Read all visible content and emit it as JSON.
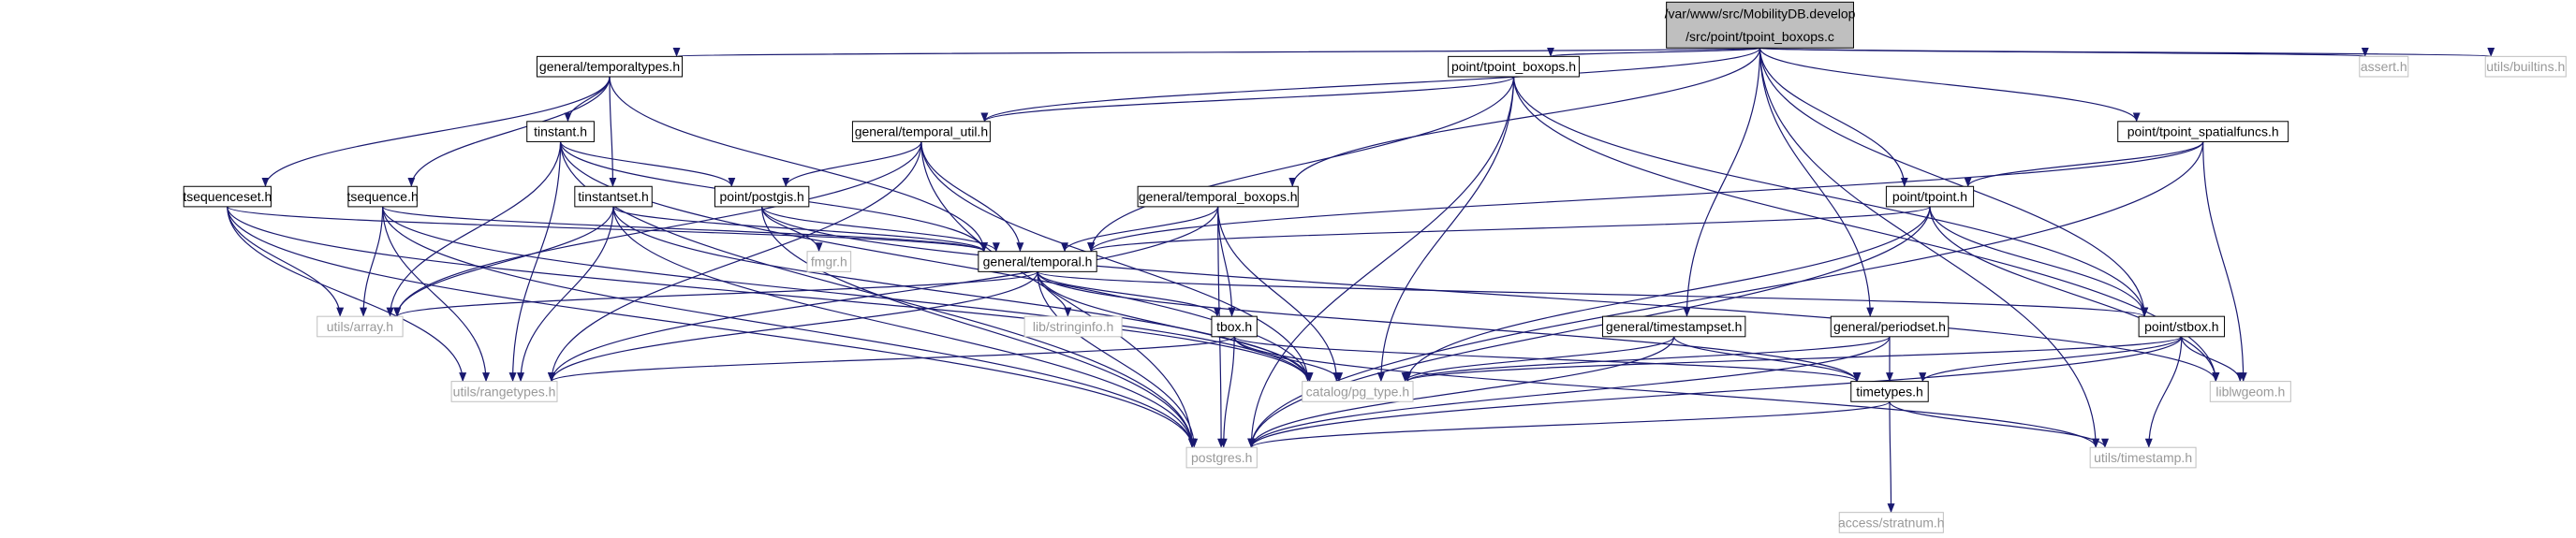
{
  "colors": {
    "edge": "#191970",
    "box_border": "#000000",
    "root_fill": "#bfbfbf",
    "box_fill": "#ffffff",
    "plain_border": "#bfbfbf",
    "plain_text": "#999999",
    "text": "#000000"
  },
  "nodes": [
    {
      "id": "root",
      "lines": [
        "/var/www/src/MobilityDB.develop",
        "/src/point/tpoint_boxops.c"
      ],
      "style": "root"
    },
    {
      "id": "temporaltypes_h",
      "lines": [
        "general/temporaltypes.h"
      ],
      "style": "box"
    },
    {
      "id": "tpoint_boxops_h",
      "lines": [
        "point/tpoint_boxops.h"
      ],
      "style": "box"
    },
    {
      "id": "assert_h",
      "lines": [
        "assert.h"
      ],
      "style": "plain"
    },
    {
      "id": "builtins_h",
      "lines": [
        "utils/builtins.h"
      ],
      "style": "plain"
    },
    {
      "id": "tinstant_h",
      "lines": [
        "tinstant.h"
      ],
      "style": "box"
    },
    {
      "id": "temporal_util_h",
      "lines": [
        "general/temporal_util.h"
      ],
      "style": "box"
    },
    {
      "id": "tpoint_spatialfuncs_h",
      "lines": [
        "point/tpoint_spatialfuncs.h"
      ],
      "style": "box"
    },
    {
      "id": "tsequenceset_h",
      "lines": [
        "tsequenceset.h"
      ],
      "style": "box"
    },
    {
      "id": "tsequence_h",
      "lines": [
        "tsequence.h"
      ],
      "style": "box"
    },
    {
      "id": "tinstantset_h",
      "lines": [
        "tinstantset.h"
      ],
      "style": "box"
    },
    {
      "id": "postgis_h",
      "lines": [
        "point/postgis.h"
      ],
      "style": "box"
    },
    {
      "id": "temporal_boxops_h",
      "lines": [
        "general/temporal_boxops.h"
      ],
      "style": "box"
    },
    {
      "id": "tpoint_h",
      "lines": [
        "point/tpoint.h"
      ],
      "style": "box"
    },
    {
      "id": "fmgr_h",
      "lines": [
        "fmgr.h"
      ],
      "style": "plain"
    },
    {
      "id": "temporal_h",
      "lines": [
        "general/temporal.h"
      ],
      "style": "box"
    },
    {
      "id": "array_h",
      "lines": [
        "utils/array.h"
      ],
      "style": "plain"
    },
    {
      "id": "stringinfo_h",
      "lines": [
        "lib/stringinfo.h"
      ],
      "style": "plain"
    },
    {
      "id": "tbox_h",
      "lines": [
        "tbox.h"
      ],
      "style": "box"
    },
    {
      "id": "timestampset_h",
      "lines": [
        "general/timestampset.h"
      ],
      "style": "box"
    },
    {
      "id": "periodset_h",
      "lines": [
        "general/periodset.h"
      ],
      "style": "box"
    },
    {
      "id": "stbox_h",
      "lines": [
        "point/stbox.h"
      ],
      "style": "box"
    },
    {
      "id": "rangetypes_h",
      "lines": [
        "utils/rangetypes.h"
      ],
      "style": "plain"
    },
    {
      "id": "pg_type_h",
      "lines": [
        "catalog/pg_type.h"
      ],
      "style": "plain"
    },
    {
      "id": "timetypes_h",
      "lines": [
        "timetypes.h"
      ],
      "style": "box"
    },
    {
      "id": "liblwgeom_h",
      "lines": [
        "liblwgeom.h"
      ],
      "style": "plain"
    },
    {
      "id": "postgres_h",
      "lines": [
        "postgres.h"
      ],
      "style": "plain"
    },
    {
      "id": "stratnum_h",
      "lines": [
        "access/stratnum.h"
      ],
      "style": "plain"
    },
    {
      "id": "timestamp_h",
      "lines": [
        "utils/timestamp.h"
      ],
      "style": "plain"
    }
  ],
  "edges": [
    [
      "root",
      "temporaltypes_h"
    ],
    [
      "root",
      "tpoint_boxops_h"
    ],
    [
      "root",
      "temporal_util_h"
    ],
    [
      "root",
      "tpoint_spatialfuncs_h"
    ],
    [
      "root",
      "assert_h"
    ],
    [
      "root",
      "builtins_h"
    ],
    [
      "root",
      "temporal_boxops_h"
    ],
    [
      "root",
      "tpoint_h"
    ],
    [
      "root",
      "timestampset_h"
    ],
    [
      "root",
      "periodset_h"
    ],
    [
      "root",
      "stbox_h"
    ],
    [
      "root",
      "timestamp_h"
    ],
    [
      "temporaltypes_h",
      "tinstant_h"
    ],
    [
      "temporaltypes_h",
      "tinstantset_h"
    ],
    [
      "temporaltypes_h",
      "tsequence_h"
    ],
    [
      "temporaltypes_h",
      "tsequenceset_h"
    ],
    [
      "temporaltypes_h",
      "temporal_h"
    ],
    [
      "tpoint_boxops_h",
      "temporal_util_h"
    ],
    [
      "tpoint_boxops_h",
      "temporal_h"
    ],
    [
      "tpoint_boxops_h",
      "stbox_h"
    ],
    [
      "tpoint_boxops_h",
      "liblwgeom_h"
    ],
    [
      "tpoint_boxops_h",
      "pg_type_h"
    ],
    [
      "tpoint_boxops_h",
      "postgres_h"
    ],
    [
      "tinstant_h",
      "postgis_h"
    ],
    [
      "tinstant_h",
      "temporal_h"
    ],
    [
      "tinstant_h",
      "array_h"
    ],
    [
      "tinstant_h",
      "rangetypes_h"
    ],
    [
      "tinstant_h",
      "pg_type_h"
    ],
    [
      "tinstant_h",
      "postgres_h"
    ],
    [
      "temporal_util_h",
      "postgis_h"
    ],
    [
      "temporal_util_h",
      "temporal_h"
    ],
    [
      "temporal_util_h",
      "array_h"
    ],
    [
      "temporal_util_h",
      "rangetypes_h"
    ],
    [
      "temporal_util_h",
      "pg_type_h"
    ],
    [
      "temporal_util_h",
      "postgres_h"
    ],
    [
      "tpoint_spatialfuncs_h",
      "tpoint_h"
    ],
    [
      "tpoint_spatialfuncs_h",
      "temporal_h"
    ],
    [
      "tpoint_spatialfuncs_h",
      "liblwgeom_h"
    ],
    [
      "tpoint_spatialfuncs_h",
      "postgres_h"
    ],
    [
      "tsequenceset_h",
      "temporal_h"
    ],
    [
      "tsequenceset_h",
      "array_h"
    ],
    [
      "tsequenceset_h",
      "rangetypes_h"
    ],
    [
      "tsequenceset_h",
      "pg_type_h"
    ],
    [
      "tsequenceset_h",
      "postgres_h"
    ],
    [
      "tsequence_h",
      "temporal_h"
    ],
    [
      "tsequence_h",
      "array_h"
    ],
    [
      "tsequence_h",
      "rangetypes_h"
    ],
    [
      "tsequence_h",
      "pg_type_h"
    ],
    [
      "tsequence_h",
      "postgres_h"
    ],
    [
      "tinstantset_h",
      "temporal_h"
    ],
    [
      "tinstantset_h",
      "array_h"
    ],
    [
      "tinstantset_h",
      "rangetypes_h"
    ],
    [
      "tinstantset_h",
      "pg_type_h"
    ],
    [
      "tinstantset_h",
      "postgres_h"
    ],
    [
      "postgis_h",
      "fmgr_h"
    ],
    [
      "postgis_h",
      "temporal_h"
    ],
    [
      "postgis_h",
      "liblwgeom_h"
    ],
    [
      "postgis_h",
      "postgres_h"
    ],
    [
      "temporal_boxops_h",
      "temporal_h"
    ],
    [
      "temporal_boxops_h",
      "tbox_h"
    ],
    [
      "temporal_boxops_h",
      "rangetypes_h"
    ],
    [
      "temporal_boxops_h",
      "pg_type_h"
    ],
    [
      "temporal_boxops_h",
      "postgres_h"
    ],
    [
      "tpoint_h",
      "temporal_h"
    ],
    [
      "tpoint_h",
      "stbox_h"
    ],
    [
      "tpoint_h",
      "liblwgeom_h"
    ],
    [
      "tpoint_h",
      "pg_type_h"
    ],
    [
      "tpoint_h",
      "postgres_h"
    ],
    [
      "temporal_h",
      "array_h"
    ],
    [
      "temporal_h",
      "stringinfo_h"
    ],
    [
      "temporal_h",
      "tbox_h"
    ],
    [
      "temporal_h",
      "stbox_h"
    ],
    [
      "temporal_h",
      "rangetypes_h"
    ],
    [
      "temporal_h",
      "pg_type_h"
    ],
    [
      "temporal_h",
      "timetypes_h"
    ],
    [
      "temporal_h",
      "postgres_h"
    ],
    [
      "tbox_h",
      "rangetypes_h"
    ],
    [
      "tbox_h",
      "pg_type_h"
    ],
    [
      "tbox_h",
      "timetypes_h"
    ],
    [
      "tbox_h",
      "postgres_h"
    ],
    [
      "tbox_h",
      "timestamp_h"
    ],
    [
      "timestampset_h",
      "pg_type_h"
    ],
    [
      "timestampset_h",
      "timetypes_h"
    ],
    [
      "timestampset_h",
      "postgres_h"
    ],
    [
      "periodset_h",
      "pg_type_h"
    ],
    [
      "periodset_h",
      "timetypes_h"
    ],
    [
      "periodset_h",
      "postgres_h"
    ],
    [
      "stbox_h",
      "pg_type_h"
    ],
    [
      "stbox_h",
      "timetypes_h"
    ],
    [
      "stbox_h",
      "liblwgeom_h"
    ],
    [
      "stbox_h",
      "postgres_h"
    ],
    [
      "stbox_h",
      "timestamp_h"
    ],
    [
      "timetypes_h",
      "stratnum_h"
    ],
    [
      "timetypes_h",
      "postgres_h"
    ],
    [
      "timetypes_h",
      "timestamp_h"
    ]
  ]
}
